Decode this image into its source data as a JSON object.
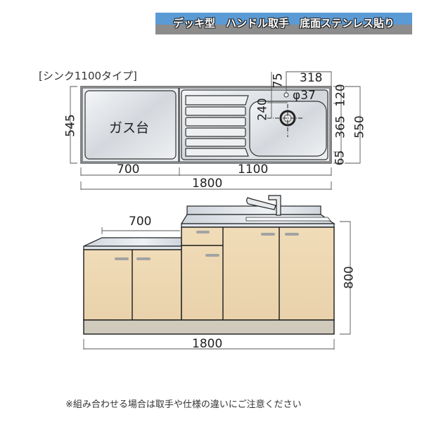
{
  "banner": {
    "text": "デッキ型　ハンドル取手　底面ステンレス貼り",
    "colors": {
      "top": "#5b9bd5",
      "bottom": "#8c8c8c",
      "text": "#ffffff"
    }
  },
  "top_view": {
    "type_label": "[シンク1100タイプ]",
    "gas_stove_label": "ガス台",
    "dimensions": {
      "depth_left": "545",
      "gas_width": "700",
      "sink_width": "1100",
      "total_width": "1800",
      "faucet_offset_top": "75",
      "drain_offset_right": "318",
      "faucet_hole_dia": "φ37",
      "drain_offset_from_edge": "240",
      "right_top": "120",
      "right_mid": "365",
      "right_bottom": "65",
      "right_total": "550"
    }
  },
  "front_view": {
    "dimensions": {
      "gas_counter_width": "700",
      "height": "800",
      "total_width": "1800"
    },
    "colors": {
      "wood": "#ecd5b0",
      "plinth": "#cfcabb",
      "steel": "#d9dde3",
      "outline": "#1a1a1a"
    }
  },
  "footnote": "※組み合わせる場合は取手や仕様の違いにご注意ください"
}
